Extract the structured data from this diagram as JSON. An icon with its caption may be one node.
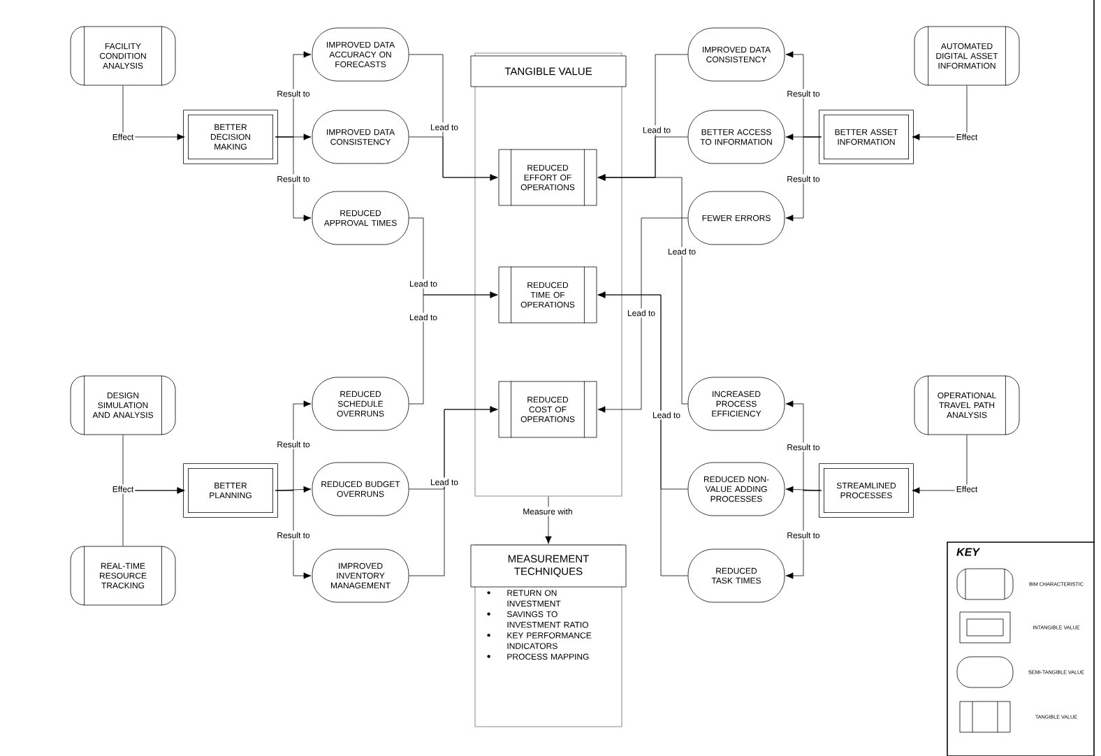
{
  "diagram": {
    "nodes": [
      {
        "text": [
          "FACILITY CONDITION ANALYSIS"
        ]
      },
      {
        "text": [
          "BETTER DECISION MAKING"
        ]
      },
      {
        "text": [
          "IMPROVED DATA ACCURACY ON FORECASTS"
        ]
      },
      {
        "text": [
          "IMPROVED DATA CONSISTENCY"
        ]
      },
      {
        "text": [
          "REDUCED APPROVAL TIMES"
        ]
      },
      {
        "text": [
          "TANGIBLE VALUE"
        ]
      },
      {
        "text": [
          "REDUCED EFFORT OF OPERATIONS"
        ],
        "in": 5
      },
      {
        "text": [
          "REDUCED TIME OF OPERATIONS"
        ],
        "in": 5
      },
      {
        "text": [
          "REDUCED COST OF OPERATIONS"
        ],
        "in": 5
      },
      {
        "text": [
          "IMPROVED DATA CONSISTENCY"
        ]
      },
      {
        "text": [
          "BETTER ACCESS TO INFORMATION"
        ]
      },
      {
        "text": [
          "FEWER ERRORS"
        ]
      },
      {
        "text": [
          "BETTER ASSET INFORMATION"
        ]
      },
      {
        "text": [
          "AUTOMATED DIGITAL ASSET INFORMATION"
        ]
      },
      {
        "text": [
          "DESIGN SIMULATION AND ANALYSIS"
        ]
      },
      {
        "text": [
          "REAL-TIME RESOURCE TRACKING"
        ]
      },
      {
        "text": [
          "BETTER PLANNING"
        ]
      },
      {
        "text": [
          "REDUCED SCHEDULE OVERRUNS"
        ]
      },
      {
        "text": [
          "REDUCED BUDGET OVERRUNS"
        ]
      },
      {
        "text": [
          "IMPROVED INVENTORY MANAGEMENT"
        ]
      },
      {
        "text": [
          "INCREASED PROCESS EFFICIENCY"
        ]
      },
      {
        "text": [
          "REDUCED NON-VALUE ADDING PROCESSES"
        ]
      },
      {
        "text": [
          "REDUCED TASK TIMES"
        ]
      },
      {
        "text": [
          "STREAMLINED PROCESSES"
        ]
      },
      {
        "text": [
          "OPERATIONAL TRAVEL PATH ANALYSIS"
        ]
      },
      {
        "text": [
          "MEASUREMENT TECHNIQUES",
          "RETURN ON INVESTMENT",
          "SAVINGS TO INVESTMENT RATIO",
          "KEY PERFORMANCE INDICATORS",
          "PROCESS MAPPING"
        ]
      }
    ],
    "edges": [
      {
        "from": 0,
        "to": 1,
        "arrow": "to",
        "label": "Effect"
      },
      {
        "from": 1,
        "to": 2,
        "arrow": "to",
        "label": "Result to"
      },
      {
        "from": 1,
        "to": 3,
        "arrow": "to"
      },
      {
        "from": 1,
        "to": 4,
        "arrow": "to",
        "label": "Result to"
      },
      {
        "from": 2,
        "to": 6,
        "arrow": "to",
        "label": "Lead to"
      },
      {
        "from": 3,
        "to": 6,
        "arrow": "to"
      },
      {
        "from": 4,
        "to": 7,
        "arrow": "to",
        "label": "Lead to"
      },
      {
        "from": 17,
        "to": 7,
        "arrow": "to",
        "label": "Lead to"
      },
      {
        "from": 18,
        "to": 8,
        "arrow": "to",
        "label": "Lead to"
      },
      {
        "from": 19,
        "to": 8,
        "arrow": "to"
      },
      {
        "from": 14,
        "to": 16,
        "arrow": "to",
        "label": "Effect"
      },
      {
        "from": 15,
        "to": 16,
        "arrow": "to"
      },
      {
        "from": 16,
        "to": 17,
        "arrow": "to",
        "label": "Result to"
      },
      {
        "from": 16,
        "to": 18,
        "arrow": "to"
      },
      {
        "from": 16,
        "to": 19,
        "arrow": "to",
        "label": "Result to"
      },
      {
        "from": 13,
        "to": 12,
        "arrow": "to",
        "label": "Effect"
      },
      {
        "from": 12,
        "to": 9,
        "arrow": "to",
        "label": "Result to"
      },
      {
        "from": 12,
        "to": 10,
        "arrow": "to"
      },
      {
        "from": 12,
        "to": 11,
        "arrow": "to",
        "label": "Result to"
      },
      {
        "from": 9,
        "to": 6,
        "arrow": "to"
      },
      {
        "from": 10,
        "to": 6,
        "arrow": "to",
        "label": "Lead to"
      },
      {
        "from": 20,
        "to": 6,
        "arrow": "to",
        "label": "Lead to"
      },
      {
        "from": 11,
        "to": 8,
        "arrow": "to",
        "label": "Lead to"
      },
      {
        "from": 21,
        "to": 7,
        "arrow": "to",
        "label": "Lead to"
      },
      {
        "from": 22,
        "to": 7,
        "arrow": "to"
      },
      {
        "from": 24,
        "to": 23,
        "arrow": "to",
        "label": "Effect"
      },
      {
        "from": 23,
        "to": 20,
        "arrow": "to",
        "label": "Result to"
      },
      {
        "from": 23,
        "to": 21,
        "arrow": "to"
      },
      {
        "from": 23,
        "to": 22,
        "arrow": "to",
        "label": "Result to"
      },
      {
        "from": 5,
        "to": 25,
        "arrow": "to",
        "label": "Measure with"
      }
    ],
    "labels": [
      "KEY"
    ],
    "legend": [
      {
        "text": "BIM CHARACTERISTIC"
      },
      {
        "text": "INTANGIBLE VALUE"
      },
      {
        "text": "SEMI-TANGIBLE VALUE"
      },
      {
        "text": "TANGIBLE VALUE"
      }
    ]
  }
}
